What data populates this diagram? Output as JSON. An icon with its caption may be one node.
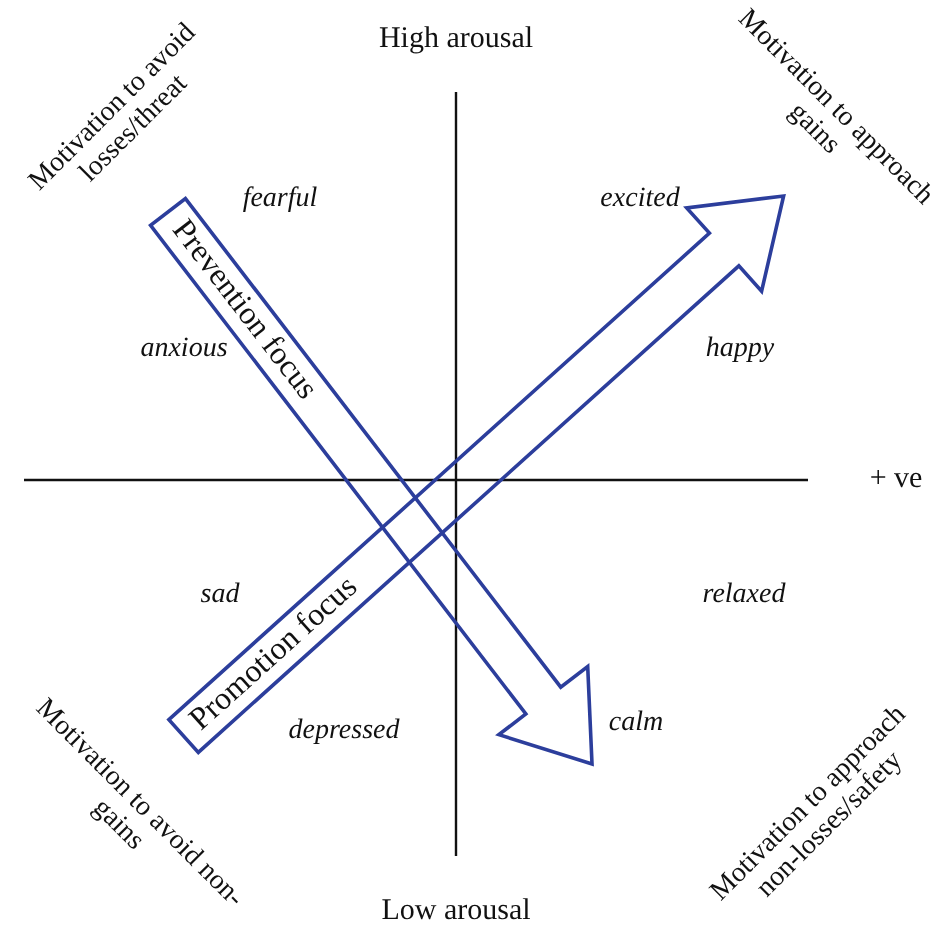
{
  "diagram": {
    "nodes": [
      {
        "text": [
          "Prevention focus"
        ]
      },
      {
        "text": [
          "Promotion focus"
        ]
      }
    ],
    "labels": [
      "High arousal",
      "Motivation to avoid losses/threat",
      "Motivation to approach gains",
      "fearful",
      "excited",
      "anxious",
      "happy",
      "+ ve",
      "sad",
      "relaxed",
      "depressed",
      "calm",
      "Motivation to avoid non-gains",
      "Motivation to approach non-losses/safety",
      "Low arousal"
    ]
  }
}
